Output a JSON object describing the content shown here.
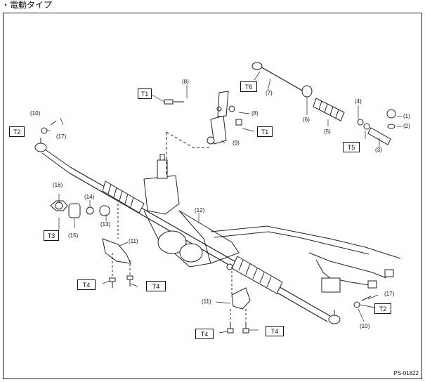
{
  "title": "・電動タイプ",
  "figure_code": "PS-01822",
  "torque_labels": {
    "t1_a": "T1",
    "t1_b": "T1",
    "t2_a": "T2",
    "t2_b": "T2",
    "t3": "T3",
    "t4_a": "T4",
    "t4_b": "T4",
    "t4_c": "T4",
    "t4_d": "T4",
    "t5": "T5",
    "t6": "T6"
  },
  "parts": {
    "p1": "(1)",
    "p2": "(2)",
    "p3": "(3)",
    "p4": "(4)",
    "p5": "(5)",
    "p6": "(6)",
    "p7": "(7)",
    "p8_a": "(8)",
    "p8_b": "(8)",
    "p9": "(9)",
    "p10_a": "(10)",
    "p10_b": "(10)",
    "p11_a": "(11)",
    "p11_b": "(11)",
    "p12": "(12)",
    "p13": "(13)",
    "p14": "(14)",
    "p15": "(15)",
    "p16": "(16)",
    "p17_a": "(17)",
    "p17_b": "(17)"
  }
}
